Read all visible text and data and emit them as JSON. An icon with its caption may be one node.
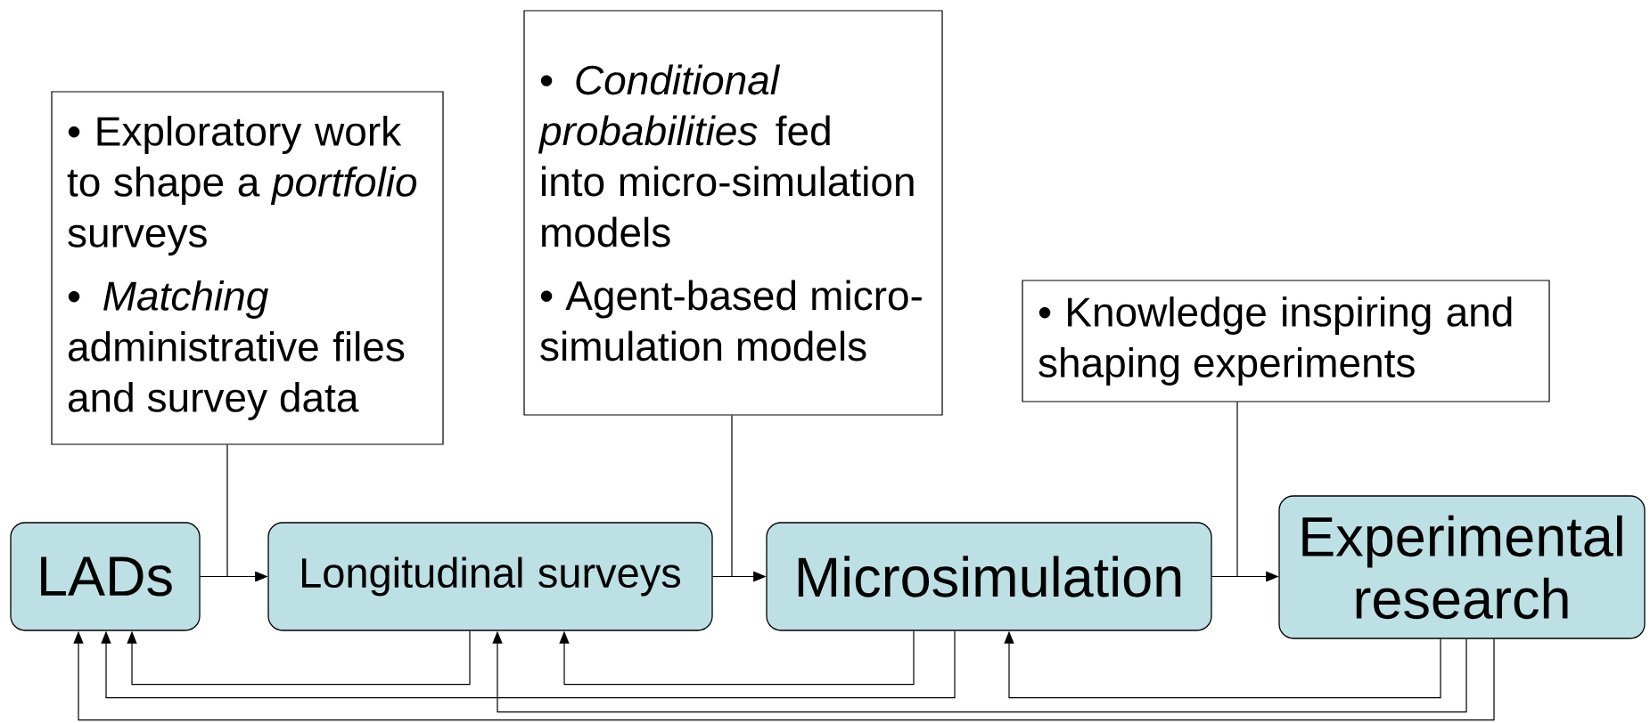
{
  "diagram": {
    "nodes": [
      {
        "text": [
          "LADs"
        ]
      },
      {
        "text": [
          "Longitudinal surveys"
        ]
      },
      {
        "text": [
          "Microsimulation"
        ]
      },
      {
        "text": [
          "Experimental research"
        ]
      },
      {
        "text": [
          "• Exploratory work to shape a *portfolio* surveys",
          "• *Matching* administrative files and survey data"
        ]
      },
      {
        "text": [
          "• *Conditional probabilities* fed into micro-simulation models",
          "• Agent-based micro-simulation models"
        ]
      },
      {
        "text": [
          "• Knowledge inspiring and shaping experiments"
        ]
      }
    ],
    "edges": [
      {
        "from": 0,
        "to": 1,
        "arrow": "to"
      },
      {
        "from": 4,
        "to": 1,
        "arrow": "to"
      },
      {
        "from": 1,
        "to": 2,
        "arrow": "to"
      },
      {
        "from": 5,
        "to": 2,
        "arrow": "to"
      },
      {
        "from": 2,
        "to": 3,
        "arrow": "to"
      },
      {
        "from": 6,
        "to": 3,
        "arrow": "to"
      },
      {
        "from": 1,
        "to": 0,
        "arrow": "to"
      },
      {
        "from": 2,
        "to": 1,
        "arrow": "to"
      },
      {
        "from": 2,
        "to": 0,
        "arrow": "to"
      },
      {
        "from": 3,
        "to": 2,
        "arrow": "to"
      },
      {
        "from": 3,
        "to": 1,
        "arrow": "to"
      },
      {
        "from": 3,
        "to": 0,
        "arrow": "to"
      }
    ]
  }
}
